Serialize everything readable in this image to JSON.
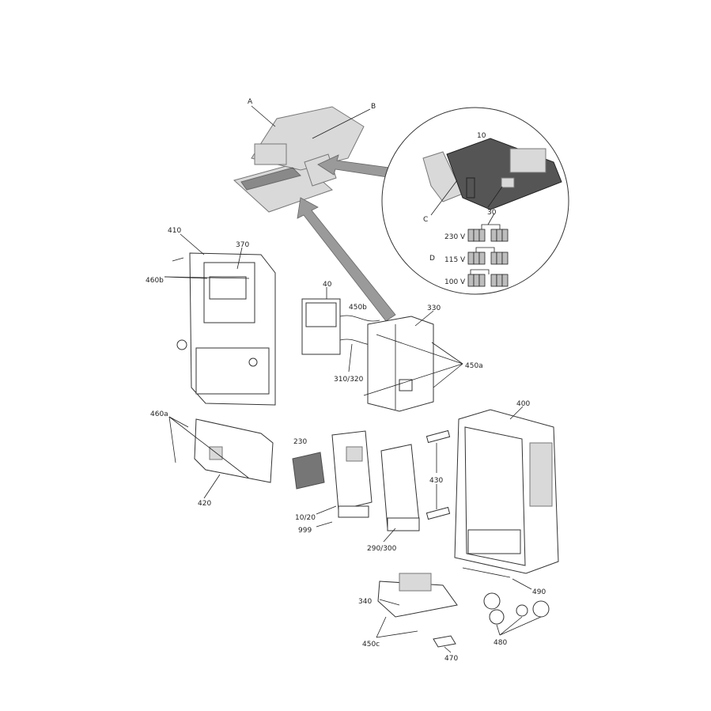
{
  "labels": {
    "A": "A",
    "B": "B",
    "p10": "10",
    "C": "C",
    "p30": "30",
    "v230": "230 V",
    "D": "D",
    "v115": "115 V",
    "v100": "100 V",
    "p410": "410",
    "p370": "370",
    "p460b": "460b",
    "p40": "40",
    "p450b": "450b",
    "p330": "330",
    "p310_320": "310/320",
    "p450a": "450a",
    "p460a": "460a",
    "p420": "420",
    "p230": "230",
    "p400": "400",
    "p430": "430",
    "p10_20": "10/20",
    "p999": "999",
    "p290_300": "290/300",
    "p490": "490",
    "p340": "340",
    "p480": "480",
    "p450c": "450c",
    "p470": "470"
  }
}
